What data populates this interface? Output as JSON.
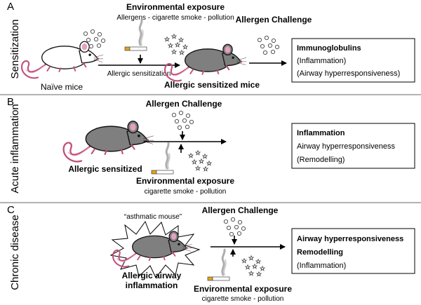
{
  "panel_a": {
    "letter": "A",
    "side_label": "Sensitization",
    "env_title": "Environmental exposure",
    "env_sub": "Allergens - cigarette smoke - pollution",
    "sensitization_label": "Allergic sensitization",
    "naive_label": "Naïve mice",
    "challenge_title": "Allergen Challenge",
    "sensitized_label": "Allergic sensitized mice",
    "box": [
      "Immunoglobulins",
      "(Inflammation)",
      "(Airway hyperresponsiveness)"
    ]
  },
  "panel_b": {
    "letter": "B",
    "side_label": "Acute inflammation",
    "challenge_title": "Allergen Challenge",
    "mouse_label": "Allergic sensitized",
    "env_title": "Environmental exposure",
    "env_sub": "cigarette smoke - pollution",
    "box": [
      "Inflammation",
      "Airway hyperresponsiveness",
      "(Remodelling)"
    ]
  },
  "panel_c": {
    "letter": "C",
    "side_label": "Chronic disease",
    "quote": "“asthmatic mouse”",
    "challenge_title": "Allergen Challenge",
    "mouse_label_1": "Allergic airway",
    "mouse_label_2": "inflammation",
    "env_title": "Environmental exposure",
    "env_sub": "cigarette smoke - pollution",
    "box": [
      "Airway hyperresponsiveness",
      "Remodelling",
      "(Inflammation)"
    ]
  },
  "colors": {
    "mouse_white": "#ffffff",
    "mouse_grey": "#7f7f7f",
    "tail": "#c0507a",
    "cigarette_filter": "#e3a21a"
  }
}
